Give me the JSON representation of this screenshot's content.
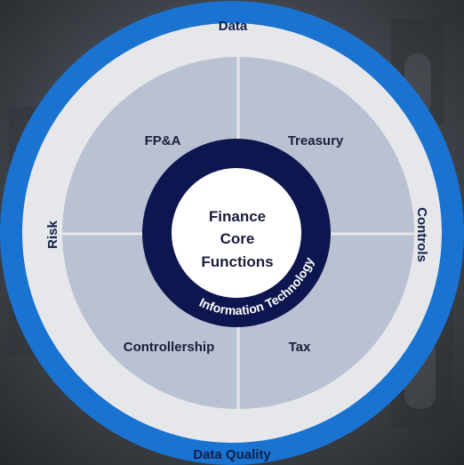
{
  "outer_ring": {
    "top": "Data",
    "bottom": "Data Quality",
    "left": "Risk",
    "right": "Controls"
  },
  "quadrants": {
    "top_left": "FP&A",
    "top_right": "Treasury",
    "bottom_left": "Controllership",
    "bottom_right": "Tax"
  },
  "center": {
    "line1": "Finance",
    "line2": "Core",
    "line3": "Functions"
  },
  "inner_ring_label": "Information Technology",
  "colors": {
    "outer_ring": "#1a72d1",
    "light_ring": "#e6e7ea",
    "quadrant_fill": "#b9c1d3",
    "quadrant_divider": "#e6e7ea",
    "inner_ring": "#0e1650",
    "center": "#ffffff",
    "background": "#3a3f44"
  }
}
